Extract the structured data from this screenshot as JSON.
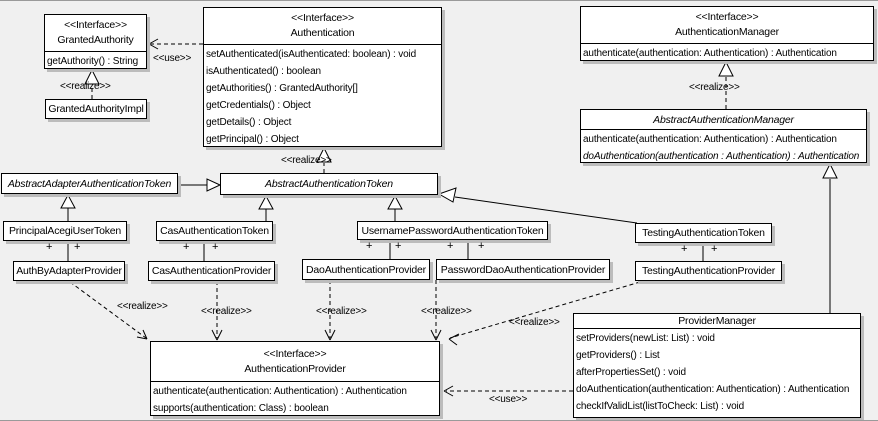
{
  "edge_labels": {
    "realize": "<<realize>>",
    "use": "<<use>>",
    "plus": "+"
  },
  "classes": {
    "granted_authority": {
      "stereotype": "<<Interface>>",
      "name": "GrantedAuthority",
      "methods": [
        "getAuthority() : String"
      ]
    },
    "granted_authority_impl": {
      "name": "GrantedAuthorityImpl"
    },
    "authentication": {
      "stereotype": "<<Interface>>",
      "name": "Authentication",
      "methods": [
        "setAuthenticated(isAuthenticated: boolean) : void",
        "isAuthenticated() : boolean",
        "getAuthorities() : GrantedAuthority[]",
        "getCredentials() : Object",
        "getDetails() : Object",
        "getPrincipal() : Object"
      ]
    },
    "authentication_manager": {
      "stereotype": "<<Interface>>",
      "name": "AuthenticationManager",
      "methods": [
        "authenticate(authentication: Authentication) : Authentication"
      ]
    },
    "abstract_authentication_manager": {
      "name": "AbstractAuthenticationManager",
      "methods": [
        "authenticate(authentication: Authentication) : Authentication",
        "doAuthentication(authentication : Authentication) : Authentication"
      ]
    },
    "abstract_adapter_authentication_token": {
      "name": "AbstractAdapterAuthenticationToken"
    },
    "abstract_authentication_token": {
      "name": "AbstractAuthenticationToken"
    },
    "principal_acegi_user_token": {
      "name": "PrincipalAcegiUserToken"
    },
    "cas_authentication_token": {
      "name": "CasAuthenticationToken"
    },
    "username_password_authentication_token": {
      "name": "UsernamePasswordAuthenticationToken"
    },
    "testing_authentication_token": {
      "name": "TestingAuthenticationToken"
    },
    "auth_by_adapter_provider": {
      "name": "AuthByAdapterProvider"
    },
    "cas_authentication_provider": {
      "name": "CasAuthenticationProvider"
    },
    "dao_authentication_provider": {
      "name": "DaoAuthenticationProvider"
    },
    "password_dao_authentication_provider": {
      "name": "PasswordDaoAuthenticationProvider"
    },
    "testing_authentication_provider": {
      "name": "TestingAuthenticationProvider"
    },
    "authentication_provider": {
      "stereotype": "<<Interface>>",
      "name": "AuthenticationProvider",
      "methods": [
        "authenticate(authentication: Authentication) : Authentication",
        "supports(authentication: Class) : boolean"
      ]
    },
    "provider_manager": {
      "name": "ProviderManager",
      "methods": [
        "setProviders(newList: List) : void",
        "getProviders() : List",
        "afterPropertiesSet() : void",
        "doAuthentication(authentication: Authentication) : Authentication",
        "checkIfValidList(listToCheck: List) : void"
      ]
    }
  },
  "colors": {
    "background": "#f0f0f0",
    "box_fill": "#ffffff",
    "box_border": "#000000",
    "box_shadow": "#bcbcbc"
  }
}
